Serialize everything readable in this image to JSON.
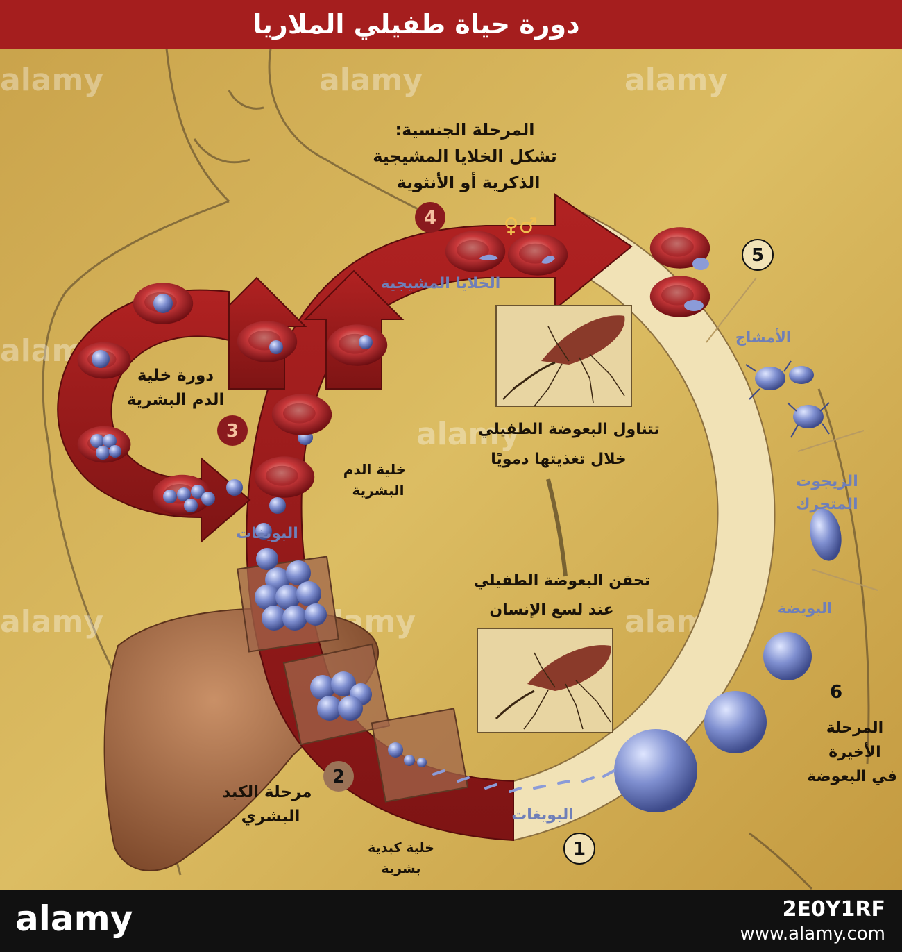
{
  "title": "دورة حياة طفيلي الملاريا",
  "colors": {
    "title_bar": "#a51e1e",
    "background": "#d9b658",
    "blood_arrow": "#9c1d1d",
    "mosquito_ring": "#f1e2b6",
    "parasite": "#7f8fd0",
    "liver": "#a86b45"
  },
  "stages": {
    "s1": {
      "number": "1"
    },
    "s2": {
      "number": "2",
      "label_line1": "مرحلة الكبد",
      "label_line2": "البشري"
    },
    "s3": {
      "number": "3",
      "label_line1": "دورة خلية",
      "label_line2": "الدم البشرية"
    },
    "s4": {
      "number": "4",
      "label_line1": "المرحلة الجنسية:",
      "label_line2": "تشكل الخلايا المشيجية",
      "label_line3": "الذكرية أو الأنثوية",
      "symbols": "♀♂"
    },
    "s5": {
      "number": "5"
    },
    "s6": {
      "number": "6",
      "label_line1": "المرحلة",
      "label_line2": "الأخيرة",
      "label_line3": "في البعوضة"
    }
  },
  "labels": {
    "gametocytes": "الخلايا المشيجية",
    "sporozoites_blood": "البويغات",
    "sporozoites_skin": "البويغات",
    "human_blood_cell_line1": "خلية الدم",
    "human_blood_cell_line2": "البشرية",
    "liver_cell_line1": "خلية كبدية",
    "liver_cell_line2": "بشرية",
    "gametes": "الأمشاج",
    "zygote_line1": "الزيجوت",
    "zygote_line2": "المتحرك",
    "oocyst": "البويضة",
    "mosquito_feeds_line1": "تتناول البعوضة الطفيلي",
    "mosquito_feeds_line2": "خلال تغذيتها دمويًا",
    "mosquito_injects_line1": "تحقن البعوضة الطفيلي",
    "mosquito_injects_line2": "عند لسع الإنسان"
  },
  "icons": [
    "mosquito-feeding-icon",
    "mosquito-biting-icon",
    "red-blood-cell-icon",
    "parasite-cluster-icon",
    "liver-icon"
  ],
  "watermark": "alamy",
  "footer": {
    "brand": "alamy",
    "image_id": "2E0Y1RF",
    "site": "www.alamy.com"
  }
}
